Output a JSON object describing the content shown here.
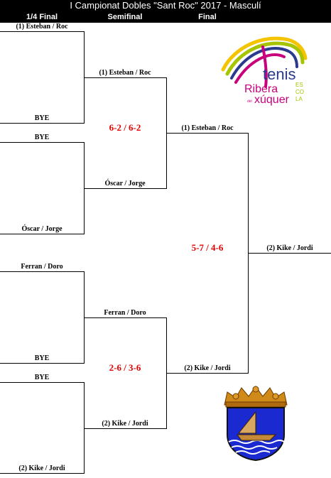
{
  "title": "I Campionat Dobles \"Sant Roc\" 2017 - Masculí",
  "columns": {
    "quarter": "1/4 Final",
    "semi": "Semifinal",
    "final": "Final"
  },
  "quarterfinals": [
    {
      "top": "(1) Esteban / Roc",
      "bottom": "BYE"
    },
    {
      "top": "BYE",
      "bottom": "Óscar / Jorge"
    },
    {
      "top": "Ferran / Doro",
      "bottom": "BYE"
    },
    {
      "top": "BYE",
      "bottom": "(2) Kike / Jordi"
    }
  ],
  "semifinals": [
    {
      "top": "(1) Esteban / Roc",
      "bottom": "Óscar / Jorge",
      "score": "6-2 / 6-2"
    },
    {
      "top": "Ferran / Doro",
      "bottom": "(2) Kike / Jordi",
      "score": "2-6 / 3-6"
    }
  ],
  "final": {
    "top": "(1) Esteban / Roc",
    "bottom": "(2) Kike / Jordi",
    "score": "5-7 / 4-6"
  },
  "champion": "(2) Kike / Jordi",
  "logo": {
    "word": "tenis",
    "brand1": "Ribera",
    "brand2": "xúquer",
    "tiny": "del",
    "school": [
      "ES",
      "CO",
      "LA"
    ]
  },
  "colors": {
    "score": "#e00000",
    "header": "#000000",
    "logo_magenta": "#c8007c",
    "logo_green": "#a6c400",
    "logo_blue": "#2a3a8c",
    "logo_yellow": "#f4c400"
  }
}
